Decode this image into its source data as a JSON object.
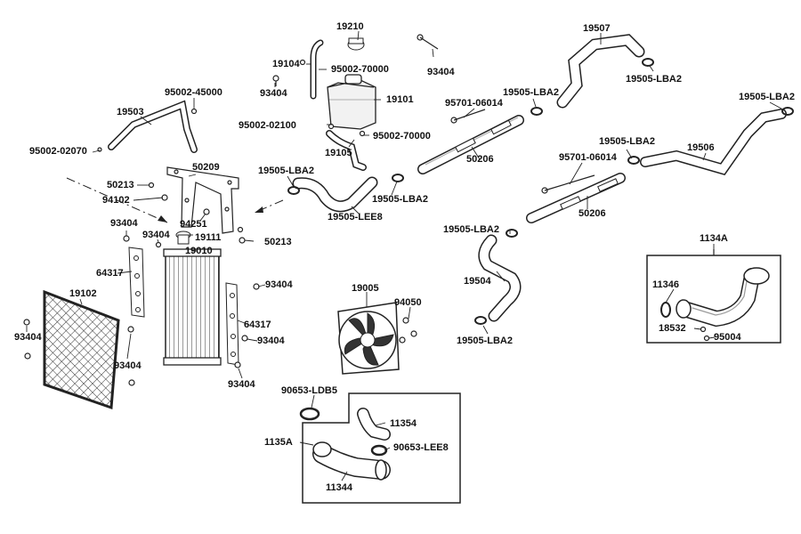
{
  "labels": [
    {
      "id": "l0",
      "text": "19210"
    },
    {
      "id": "l1",
      "text": "19507"
    },
    {
      "id": "l2",
      "text": "19104"
    },
    {
      "id": "l3",
      "text": "95002-70000"
    },
    {
      "id": "l4",
      "text": "93404"
    },
    {
      "id": "l5",
      "text": "93404"
    },
    {
      "id": "l6",
      "text": "19505-LBA2"
    },
    {
      "id": "l7",
      "text": "95002-45000"
    },
    {
      "id": "l8",
      "text": "19101"
    },
    {
      "id": "l9",
      "text": "95701-06014"
    },
    {
      "id": "l10",
      "text": "19505-LBA2"
    },
    {
      "id": "l11",
      "text": "19505-LBA2"
    },
    {
      "id": "l12",
      "text": "19503"
    },
    {
      "id": "l13",
      "text": "95002-02100"
    },
    {
      "id": "l14",
      "text": "95002-70000"
    },
    {
      "id": "l15",
      "text": "19505-LBA2"
    },
    {
      "id": "l16",
      "text": "19506"
    },
    {
      "id": "l17",
      "text": "95002-02070"
    },
    {
      "id": "l18",
      "text": "19105"
    },
    {
      "id": "l19",
      "text": "95701-06014"
    },
    {
      "id": "l20",
      "text": "50206"
    },
    {
      "id": "l21",
      "text": "50209"
    },
    {
      "id": "l22",
      "text": "19505-LBA2"
    },
    {
      "id": "l23",
      "text": "50213"
    },
    {
      "id": "l24",
      "text": "94102"
    },
    {
      "id": "l25",
      "text": "19505-LBA2"
    },
    {
      "id": "l26",
      "text": "50206"
    },
    {
      "id": "l27",
      "text": "19505-LEE8"
    },
    {
      "id": "l28",
      "text": "94251"
    },
    {
      "id": "l29",
      "text": "93404"
    },
    {
      "id": "l30",
      "text": "19505-LBA2"
    },
    {
      "id": "l31",
      "text": "1134A"
    },
    {
      "id": "l32",
      "text": "93404"
    },
    {
      "id": "l33",
      "text": "19111"
    },
    {
      "id": "l34",
      "text": "50213"
    },
    {
      "id": "l35",
      "text": "19010"
    },
    {
      "id": "l36",
      "text": "64317"
    },
    {
      "id": "l37",
      "text": "93404"
    },
    {
      "id": "l38",
      "text": "19504"
    },
    {
      "id": "l39",
      "text": "19102"
    },
    {
      "id": "l40",
      "text": "19005"
    },
    {
      "id": "l41",
      "text": "11346"
    },
    {
      "id": "l42",
      "text": "64317"
    },
    {
      "id": "l43",
      "text": "94050"
    },
    {
      "id": "l44",
      "text": "93404"
    },
    {
      "id": "l45",
      "text": "93404"
    },
    {
      "id": "l46",
      "text": "19505-LBA2"
    },
    {
      "id": "l47",
      "text": "18532"
    },
    {
      "id": "l48",
      "text": "95004"
    },
    {
      "id": "l49",
      "text": "93404"
    },
    {
      "id": "l50",
      "text": "93404"
    },
    {
      "id": "l51",
      "text": "90653-LDB5"
    },
    {
      "id": "l52",
      "text": "11354"
    },
    {
      "id": "l53",
      "text": "1135A"
    },
    {
      "id": "l54",
      "text": "90653-LEE8"
    },
    {
      "id": "l55",
      "text": "11344"
    }
  ]
}
